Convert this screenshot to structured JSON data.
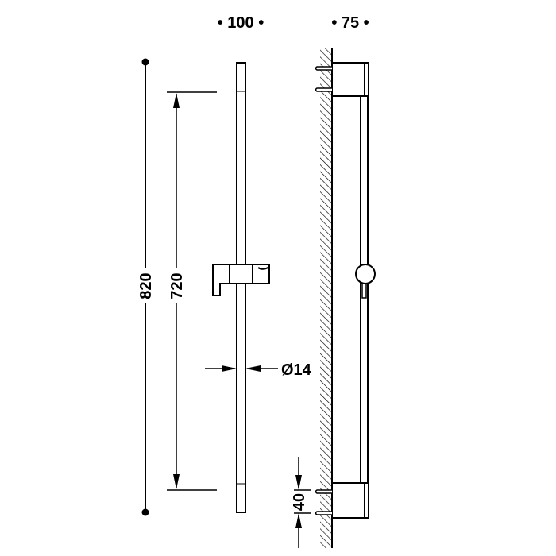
{
  "dimensions": {
    "width_front": "• 100 •",
    "depth_side": "• 75 •",
    "total_height": "820",
    "bracket_spacing": "720",
    "rod_diameter": "Ø14",
    "bracket_height": "40"
  },
  "colors": {
    "line": "#000000",
    "background": "#ffffff"
  }
}
